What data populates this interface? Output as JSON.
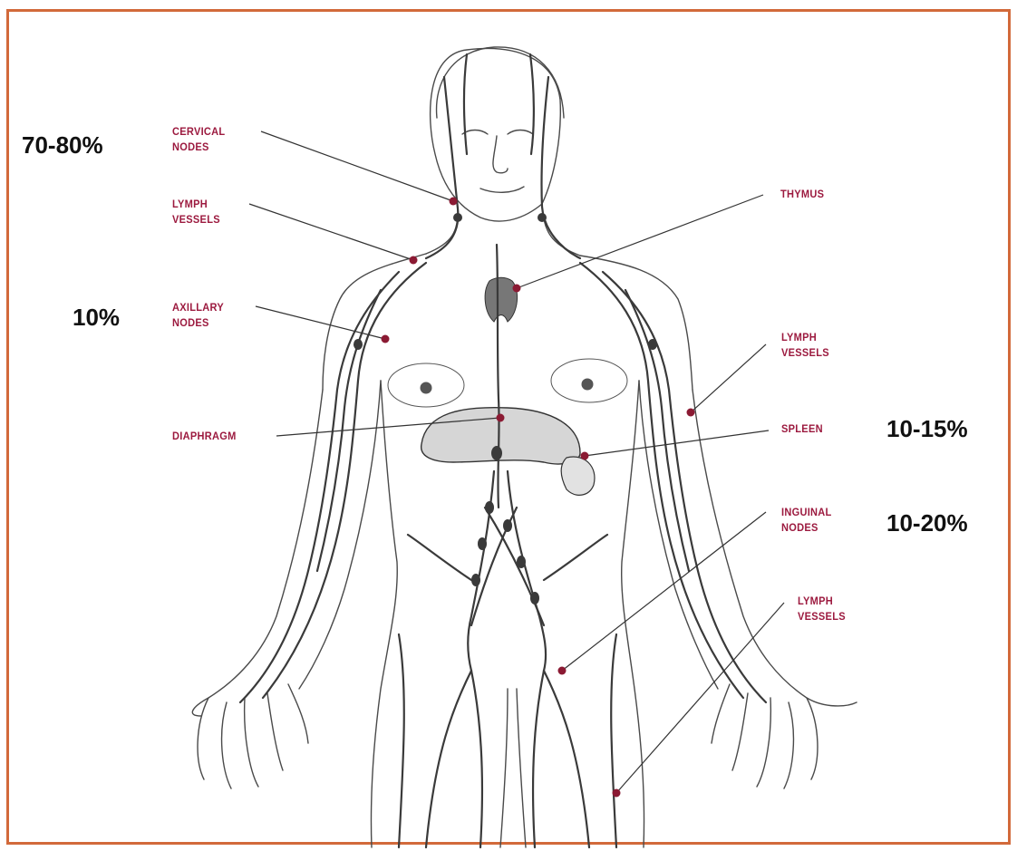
{
  "colors": {
    "frame": "#d2693a",
    "label": "#9c1a3f",
    "marker": "#8b1a33",
    "body_line": "#4a4a4a",
    "vessel": "#3a3a3a",
    "percentage": "#111111"
  },
  "labels": {
    "cervical_nodes": [
      "CERVICAL",
      "NODES"
    ],
    "lymph_vessels_neck": [
      "LYMPH",
      "VESSELS"
    ],
    "axillary_nodes": [
      "AXILLARY",
      "NODES"
    ],
    "diaphragm": [
      "DIAPHRAGM"
    ],
    "thymus": [
      "THYMUS"
    ],
    "lymph_vessels_arm": [
      "LYMPH",
      "VESSELS"
    ],
    "spleen": [
      "SPLEEN"
    ],
    "inguinal_nodes": [
      "INGUINAL",
      "NODES"
    ],
    "lymph_vessels_leg": [
      "LYMPH",
      "VESSELS"
    ]
  },
  "percentages": {
    "cervical": "70-80%",
    "axillary": "10%",
    "spleen": "10-15%",
    "inguinal": "10-20%"
  }
}
